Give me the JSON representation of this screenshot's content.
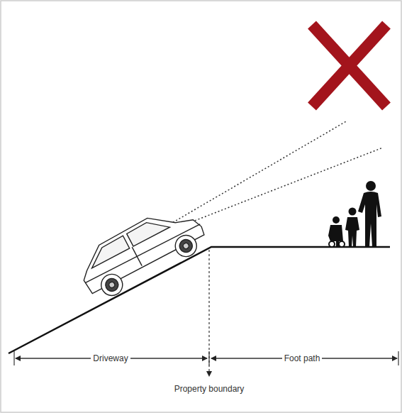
{
  "diagram": {
    "labels": [
      "Driveway",
      "Foot path",
      "Property boundary"
    ]
  }
}
